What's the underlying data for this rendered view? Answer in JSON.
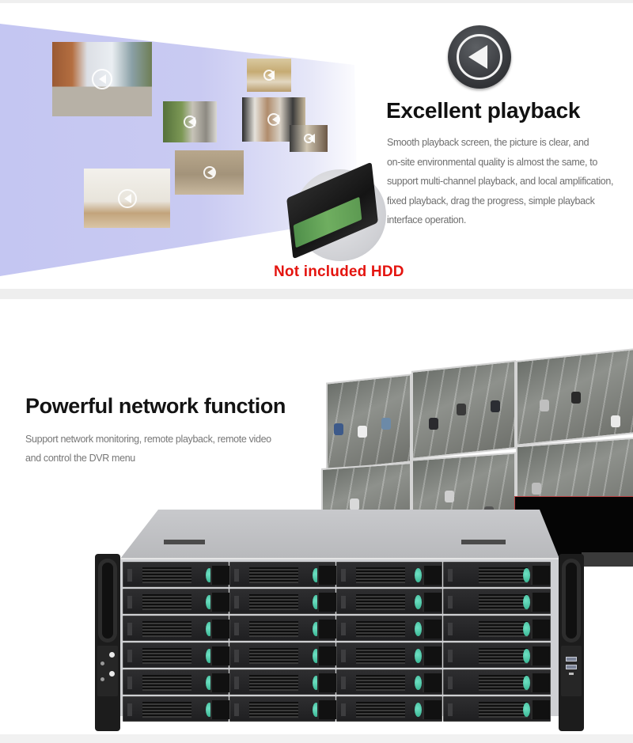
{
  "colors": {
    "projection_blue": "#c4c6f2",
    "hdd_warning_red": "#e4140f",
    "drive_latch_teal": "#34b28f",
    "heading_text": "#111111",
    "body_text": "#6e6e6e",
    "separator_gray": "#eeeeee"
  },
  "playback_section": {
    "icon": "playback-rewind-icon",
    "title": "Excellent playback",
    "description_lines": [
      "Smooth playback screen, the picture is clear, and",
      "on-site environmental quality is almost the same, to",
      "support multi-channel playback, and local amplification,",
      "fixed playback, drag the progress, simple playback",
      "interface operation."
    ],
    "thumbnails": [
      {
        "scene": "city-street",
        "icon": "play-circle-icon"
      },
      {
        "scene": "garden-alley",
        "icon": "play-circle-icon"
      },
      {
        "scene": "supermarket-aisle",
        "icon": "play-circle-icon"
      },
      {
        "scene": "crowd-shopping",
        "icon": "play-circle-icon"
      },
      {
        "scene": "store-corner",
        "icon": "play-circle-icon"
      },
      {
        "scene": "dog-and-child",
        "icon": "play-circle-icon"
      },
      {
        "scene": "living-room",
        "icon": "play-circle-icon"
      }
    ],
    "hdd_notice": "Not included HDD"
  },
  "network_section": {
    "title": "Powerful network function",
    "description_lines": [
      "Support network monitoring, remote playback, remote video",
      "and control the DVR menu"
    ],
    "video_wall": {
      "panels": 6,
      "content": "traffic-camera-feeds"
    },
    "server": {
      "type": "4U rackmount NVR chassis",
      "drive_bays_rows": 6,
      "drive_bays_columns": 4,
      "drive_bays_total": 24,
      "left_panel_icons": [
        "power-button-icon",
        "reset-button-icon",
        "hdd-status-led-icon",
        "network-status-led-icon"
      ],
      "right_panel_icons": [
        "usb-port-icon",
        "usb-port-icon",
        "usb-symbol-icon"
      ]
    }
  }
}
